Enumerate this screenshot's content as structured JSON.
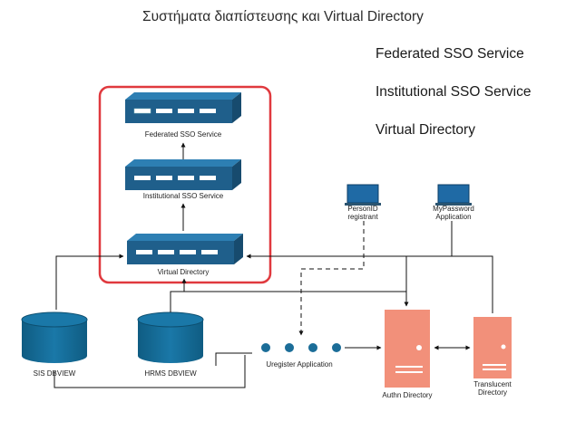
{
  "title": "Συστήματα διαπίστευσης και Virtual Directory",
  "legend": [
    "Federated SSO Service",
    "Institutional SSO Service",
    "Virtual Directory"
  ],
  "nodes": {
    "federated_sso": "Federated SSO Service",
    "institutional_sso": "Institutional SSO Service",
    "virtual_directory": "Virtual Directory",
    "personid_line1": "PersonID",
    "personid_line2": "registrant",
    "mypassword_line1": "MyPassword",
    "mypassword_line2": "Application",
    "sis_dbview": "SIS DBVIEW",
    "hrms_dbview": "HRMS DBVIEW",
    "uregister": "Uregister Application",
    "authn_directory": "Authn Directory",
    "translucent_line1": "Translucent",
    "translucent_line2": "Directory"
  },
  "colors": {
    "switch_fill": "#1f5f8b",
    "switch_top": "#2d7fb3",
    "database_fill": "#136a94",
    "server_fill": "#f2907a",
    "highlight_border": "#e0393e",
    "laptop_fill": "#1f6aa5",
    "dot_fill": "#1b6d98"
  }
}
